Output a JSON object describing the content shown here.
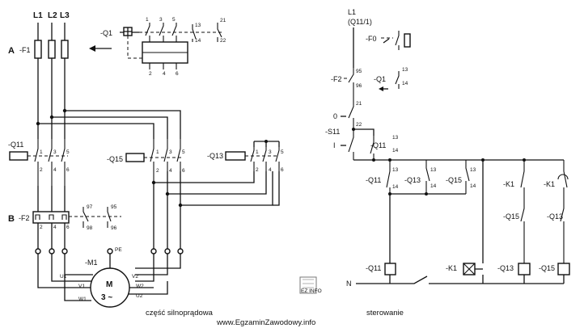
{
  "power": {
    "lines": [
      "L1",
      "L2",
      "L3"
    ],
    "marker_a": "A",
    "marker_b": "B",
    "f1": "-F1",
    "q1": "-Q1",
    "f2": "-F2",
    "q11": "-Q11",
    "q15": "-Q15",
    "q13": "-Q13",
    "m1": "-M1",
    "motor_m": "M",
    "motor_phase": "3 ~",
    "pe": "PE",
    "terminals_top": [
      "1",
      "3",
      "5"
    ],
    "terminals_bottom": [
      "2",
      "4",
      "6"
    ],
    "motor_terminals": [
      "U1",
      "V1",
      "W1",
      "V2",
      "W2",
      "U2"
    ],
    "q1_aux": [
      "13",
      "14",
      "21",
      "22"
    ],
    "f2_aux": [
      "97",
      "98",
      "95",
      "96"
    ],
    "caption": "część silnoprądowa"
  },
  "control": {
    "l1": "L1",
    "l1_ref": "(Q11/1)",
    "n": "N",
    "f0": "-F0",
    "q1": "-Q1",
    "f2": "-F2",
    "s11": "-S11",
    "q11": "-Q11",
    "q13": "-Q13",
    "q15": "-Q15",
    "k1": "-K1",
    "btn_0": "0",
    "btn_1": "I",
    "caption": "sterowanie"
  },
  "watermark": "www.EgzaminZawodowy.info",
  "center_logo": "EZ INFO"
}
